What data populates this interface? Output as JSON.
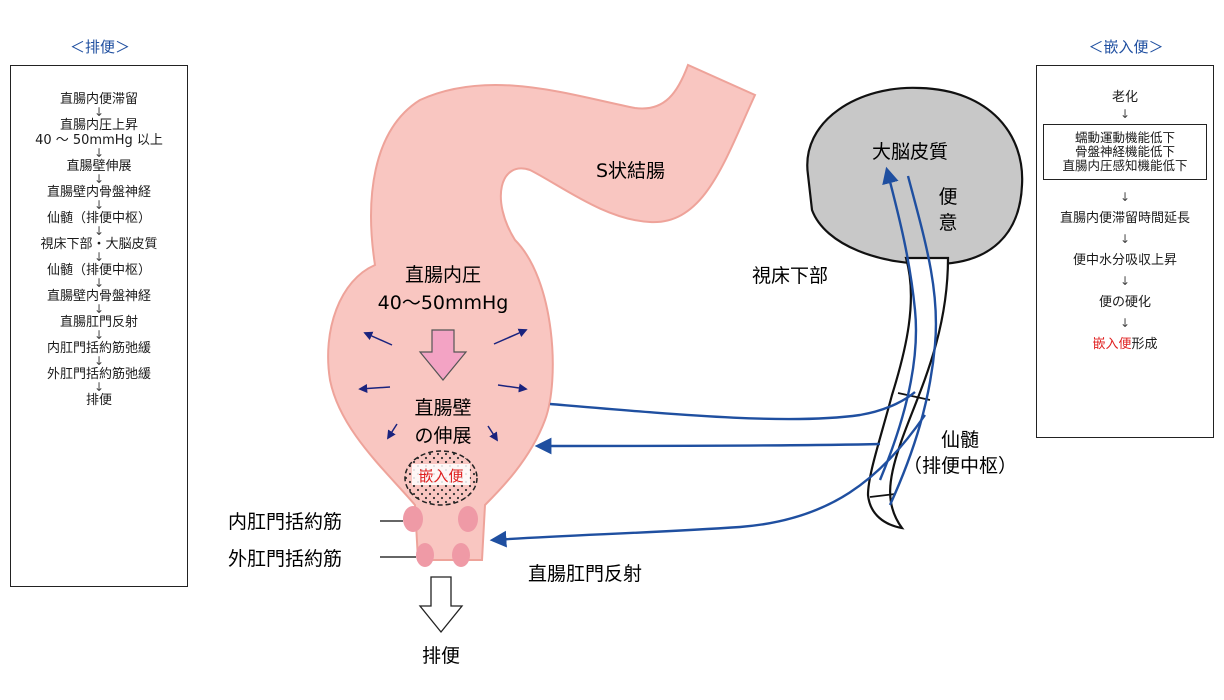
{
  "left_panel": {
    "title": "＜排便＞",
    "steps": [
      "直腸内便滞留",
      "直腸内圧上昇\n40 ～ 50mmHg 以上",
      "直腸壁伸展",
      "直腸壁内骨盤神経",
      "仙髄（排便中枢）",
      "視床下部・大脳皮質",
      "仙髄（排便中枢）",
      "直腸壁内骨盤神経",
      "直腸肛門反射",
      "内肛門括約筋弛緩",
      "外肛門括約筋弛緩",
      "排便"
    ]
  },
  "right_panel": {
    "title": "＜嵌入便＞",
    "first": "老化",
    "boxed": [
      "蠕動運動機能低下",
      "骨盤神経機能低下",
      "直腸内圧感知機能低下"
    ],
    "steps": [
      "直腸内便滞留時間延長",
      "便中水分吸収上昇",
      "便の硬化"
    ],
    "last_highlight": "嵌入便",
    "last_rest": "形成"
  },
  "diagram": {
    "sigmoid": "S状結腸",
    "pressure_line1": "直腸内圧",
    "pressure_line2": "40～50mmHg",
    "wall_line1": "直腸壁",
    "wall_line2": "の伸展",
    "impacted": "嵌入便",
    "internal_sphincter": "内肛門括約筋",
    "external_sphincter": "外肛門括約筋",
    "defecation": "排便",
    "reflex": "直腸肛門反射",
    "cerebral_cortex": "大脳皮質",
    "urge_1": "便",
    "urge_2": "意",
    "hypothalamus": "視床下部",
    "sacral_1": "仙髄",
    "sacral_2": "（排便中枢）"
  },
  "colors": {
    "rectum_fill": "#f9c6c1",
    "rectum_stroke": "#eea39a",
    "sphincter": "#ef9aa6",
    "nerve": "#1f4fa0",
    "brain": "#c8c8c8",
    "pressure_arrow": "#f3a3c4",
    "highlight": "#e02020"
  }
}
